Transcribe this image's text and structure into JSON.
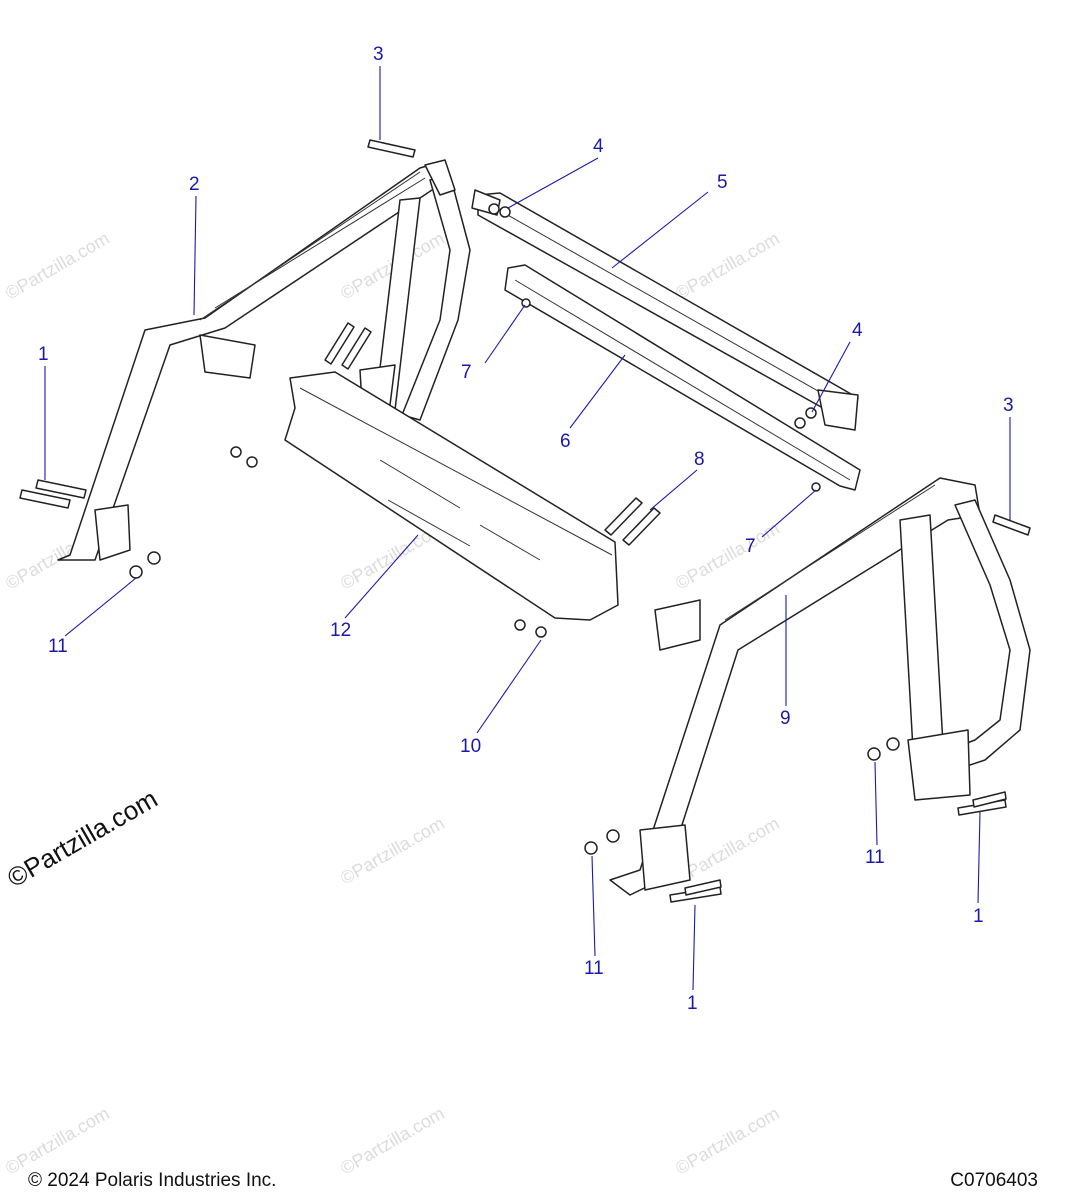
{
  "watermark_small": "©Partzilla.com",
  "watermark_large": "©Partzilla.com",
  "callouts": [
    "1",
    "2",
    "3",
    "4",
    "5",
    "6",
    "7",
    "8",
    "9",
    "10",
    "11",
    "12"
  ],
  "footer": {
    "copyright": "© 2024 Polaris Industries Inc.",
    "diagram_code": "C0706403"
  }
}
